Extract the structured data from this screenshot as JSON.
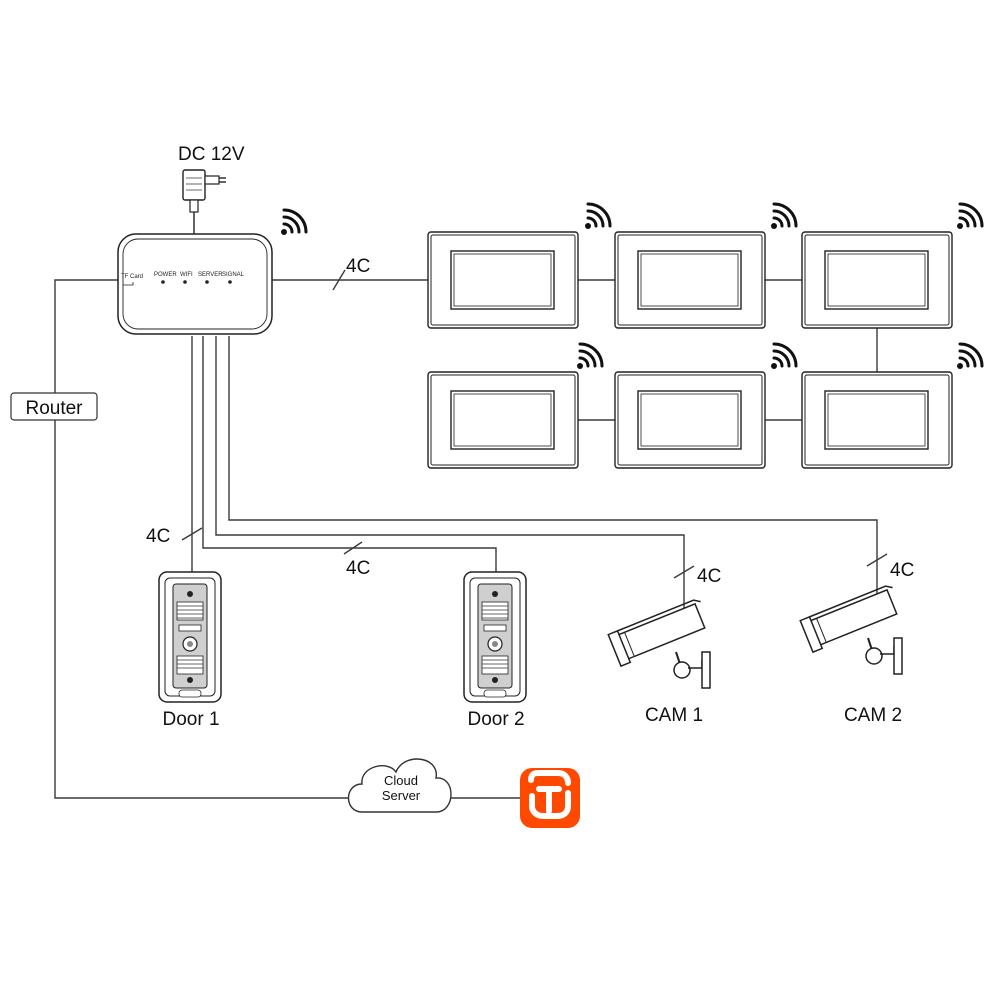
{
  "power": {
    "label": "DC 12V"
  },
  "hub": {
    "tf_label": "TF Card",
    "indicators": [
      "POWER",
      "WIFI",
      "SERVER",
      "SIGNAL"
    ]
  },
  "router": {
    "label": "Router"
  },
  "wire_labels": {
    "monitor": "4C",
    "door1": "4C",
    "door2": "4C",
    "cam1": "4C",
    "cam2": "4C"
  },
  "devices": {
    "door1": "Door 1",
    "door2": "Door 2",
    "cam1": "CAM 1",
    "cam2": "CAM 2"
  },
  "cloud": {
    "line1": "Cloud",
    "line2": "Server"
  },
  "app": {
    "icon": "tuya-app-icon",
    "color": "#ff4800"
  },
  "icons": [
    "power-adapter-icon",
    "wifi-icon",
    "monitor-icon",
    "doorbell-icon",
    "camera-icon",
    "cloud-icon"
  ]
}
